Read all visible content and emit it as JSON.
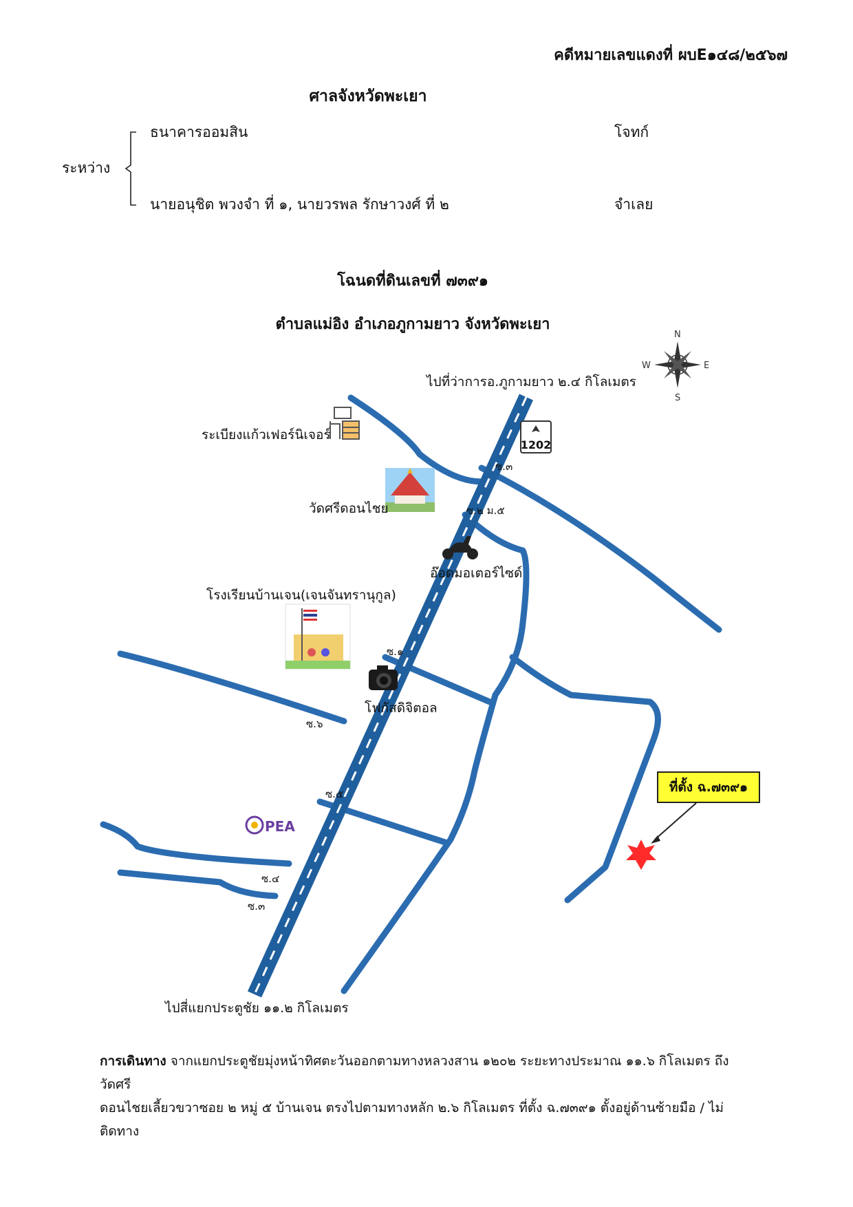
{
  "header": {
    "case_number": "คดีหมายเลขแดงที่ ผบE๑๔๘/๒๕๖๗",
    "court": "ศาลจังหวัดพะเยา"
  },
  "parties": {
    "between_label": "ระหว่าง",
    "plaintiff": "ธนาคารออมสิน",
    "plaintiff_role": "โจทก์",
    "defendant": "นายอนุชิต  พวงจำ ที่ ๑, นายวรพล  รักษาวงศ์ ที่ ๒",
    "defendant_role": "จำเลย"
  },
  "titles": {
    "deed": "โฉนดที่ดินเลขที่ ๗๓๙๑",
    "location": "ตำบลแม่อิง อำเภอภูกามยาว จังหวัดพะเยา"
  },
  "map": {
    "to_north": "ไปที่ว่าการอ.ภูกามยาว ๒.๔  กิโลเมตร",
    "to_south": "ไปสี่แยกประตูชัย ๑๑.๒ กิโลเมตร",
    "compass": {
      "n": "N",
      "s": "S",
      "e": "E",
      "w": "W"
    },
    "highway_number": "1202",
    "landmarks": {
      "furniture": "ระเบียงแก้วเฟอร์นิเจอร์",
      "temple": "วัดศรีดอนไชย",
      "motor": "อ๊อดมอเตอร์ไซด์",
      "school": "โรงเรียนบ้านเจน(เจนจันทรานุกูล)",
      "photo": "โฟกัสดิจิตอล",
      "pea": "PEA"
    },
    "soi": {
      "s3_top": "ซ.๓",
      "s2": "ซ.๒ ม.๕",
      "s1": "ซ.๑",
      "s6": "ซ.๖",
      "s5": "ซ.๕",
      "s4": "ซ.๔",
      "s3_bottom": "ซ.๓"
    },
    "location_label": "ที่ตั้ง ฉ.๗๓๙๑",
    "colors": {
      "road": "#2b6cb0",
      "highway": "#1f5f9e",
      "pin": "#ff2a2a",
      "label_bg": "#ffff33"
    }
  },
  "route": {
    "heading": "การเดินทาง",
    "line1": " จากแยกประตูชัยมุ่งหน้าทิศตะวันออกตามทางหลวงสาน ๑๒๐๒ ระยะทางประมาณ ๑๑.๖ กิโลเมตร ถึงวัดศรี",
    "line2": "ดอนไชยเลี้ยวขวาซอย ๒ หมู่ ๕ บ้านเจน ตรงไปตามทางหลัก ๒.๖ กิโลเมตร ที่ตั้ง ฉ.๗๓๙๑ ตั้งอยู่ด้านซ้ายมือ / ไม่ติดทาง"
  }
}
